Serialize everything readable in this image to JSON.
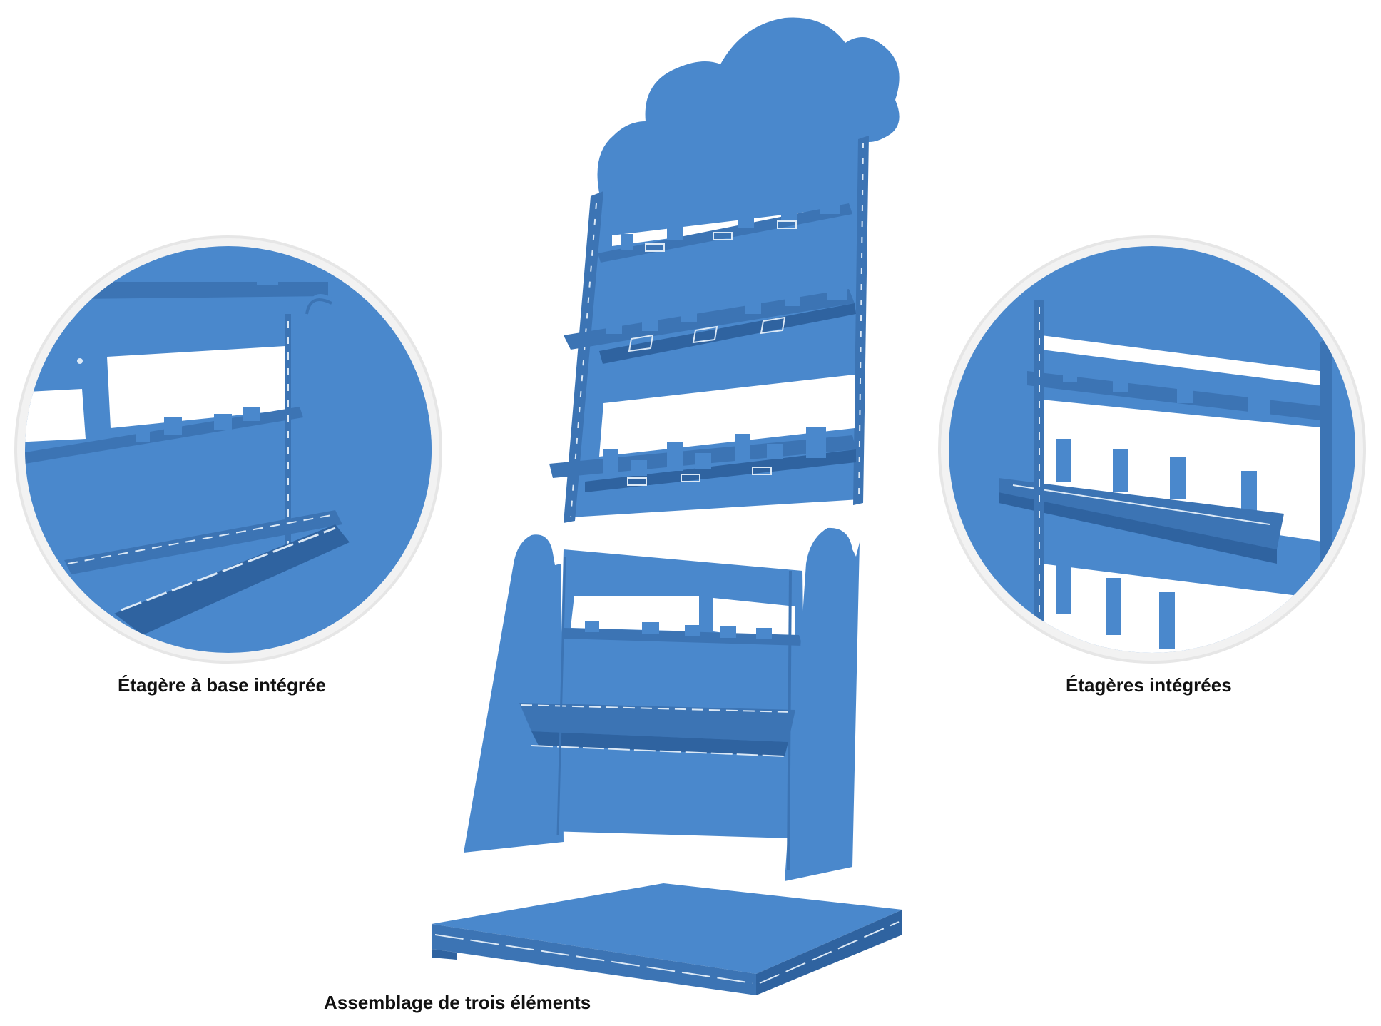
{
  "colors": {
    "panel": "#4a88cc",
    "panel_dark": "#3c74b4",
    "panel_shadow": "#2f63a0",
    "slot_line": "#dce9f6",
    "frame_ring": "#eeeeee"
  },
  "captions": {
    "left": "Étagère à base intégrée",
    "right": "Étagères intégrées",
    "bottom": "Assemblage de trois éléments"
  }
}
